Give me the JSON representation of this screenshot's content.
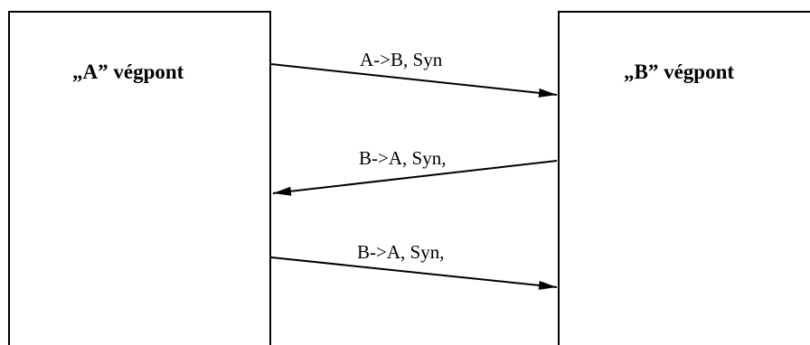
{
  "diagram": {
    "endpoints": {
      "a": {
        "label": "„A” végpont"
      },
      "b": {
        "label": "„B” végpont"
      }
    },
    "messages": [
      {
        "label": "A->B, Syn",
        "direction": "a-to-b"
      },
      {
        "label": "B->A, Syn,",
        "direction": "b-to-a"
      },
      {
        "label": "B->A, Syn,",
        "direction": "a-to-b"
      }
    ],
    "colors": {
      "line": "#000000",
      "background": "#ffffff"
    }
  }
}
